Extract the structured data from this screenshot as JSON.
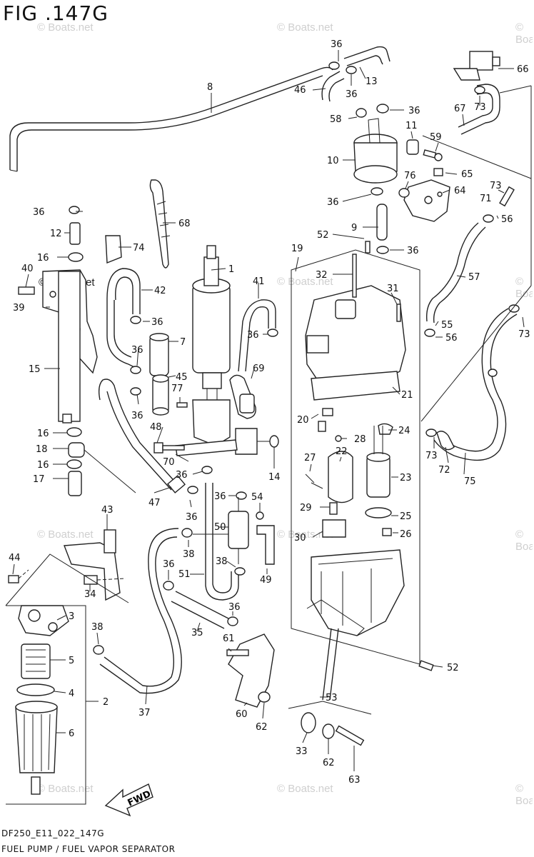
{
  "figure": {
    "title": "FIG .147G",
    "code": "DF250_E11_022_147G",
    "name": "FUEL PUMP / FUEL VAPOR SEPARATOR",
    "fwd_label": "FWD"
  },
  "watermarks": {
    "text": "© Boats.net"
  },
  "callouts": [
    {
      "id": "c1",
      "label": "1"
    },
    {
      "id": "c2",
      "label": "2"
    },
    {
      "id": "c3",
      "label": "3"
    },
    {
      "id": "c4",
      "label": "4"
    },
    {
      "id": "c5",
      "label": "5"
    },
    {
      "id": "c6",
      "label": "6"
    },
    {
      "id": "c7",
      "label": "7"
    },
    {
      "id": "c8",
      "label": "8"
    },
    {
      "id": "c9",
      "label": "9"
    },
    {
      "id": "c10",
      "label": "10"
    },
    {
      "id": "c11",
      "label": "11"
    },
    {
      "id": "c12",
      "label": "12"
    },
    {
      "id": "c13",
      "label": "13"
    },
    {
      "id": "c14",
      "label": "14"
    },
    {
      "id": "c15",
      "label": "15"
    },
    {
      "id": "c16a",
      "label": "16"
    },
    {
      "id": "c16b",
      "label": "16"
    },
    {
      "id": "c16c",
      "label": "16"
    },
    {
      "id": "c17",
      "label": "17"
    },
    {
      "id": "c18",
      "label": "18"
    },
    {
      "id": "c19",
      "label": "19"
    },
    {
      "id": "c20",
      "label": "20"
    },
    {
      "id": "c21",
      "label": "21"
    },
    {
      "id": "c22",
      "label": "22"
    },
    {
      "id": "c23",
      "label": "23"
    },
    {
      "id": "c24",
      "label": "24"
    },
    {
      "id": "c25",
      "label": "25"
    },
    {
      "id": "c26",
      "label": "26"
    },
    {
      "id": "c27",
      "label": "27"
    },
    {
      "id": "c28",
      "label": "28"
    },
    {
      "id": "c29",
      "label": "29"
    },
    {
      "id": "c30",
      "label": "30"
    },
    {
      "id": "c31",
      "label": "31"
    },
    {
      "id": "c32",
      "label": "32"
    },
    {
      "id": "c33",
      "label": "33"
    },
    {
      "id": "c34",
      "label": "34"
    },
    {
      "id": "c35",
      "label": "35"
    },
    {
      "id": "c36a",
      "label": "36"
    },
    {
      "id": "c36b",
      "label": "36"
    },
    {
      "id": "c36c",
      "label": "36"
    },
    {
      "id": "c36d",
      "label": "36"
    },
    {
      "id": "c36e",
      "label": "36"
    },
    {
      "id": "c36f",
      "label": "36"
    },
    {
      "id": "c36g",
      "label": "36"
    },
    {
      "id": "c36h",
      "label": "36"
    },
    {
      "id": "c36i",
      "label": "36"
    },
    {
      "id": "c36j",
      "label": "36"
    },
    {
      "id": "c36k",
      "label": "36"
    },
    {
      "id": "c36l",
      "label": "36"
    },
    {
      "id": "c36m",
      "label": "36"
    },
    {
      "id": "c36n",
      "label": "36"
    },
    {
      "id": "c36o",
      "label": "36"
    },
    {
      "id": "c36p",
      "label": "36"
    },
    {
      "id": "c36q",
      "label": "36"
    },
    {
      "id": "c37",
      "label": "37"
    },
    {
      "id": "c38a",
      "label": "38"
    },
    {
      "id": "c38b",
      "label": "38"
    },
    {
      "id": "c38c",
      "label": "38"
    },
    {
      "id": "c39",
      "label": "39"
    },
    {
      "id": "c40",
      "label": "40"
    },
    {
      "id": "c41",
      "label": "41"
    },
    {
      "id": "c42",
      "label": "42"
    },
    {
      "id": "c43",
      "label": "43"
    },
    {
      "id": "c44",
      "label": "44"
    },
    {
      "id": "c45",
      "label": "45"
    },
    {
      "id": "c46",
      "label": "46"
    },
    {
      "id": "c47",
      "label": "47"
    },
    {
      "id": "c48",
      "label": "48"
    },
    {
      "id": "c49",
      "label": "49"
    },
    {
      "id": "c50",
      "label": "50"
    },
    {
      "id": "c51",
      "label": "51"
    },
    {
      "id": "c52a",
      "label": "52"
    },
    {
      "id": "c52b",
      "label": "52"
    },
    {
      "id": "c53",
      "label": "53"
    },
    {
      "id": "c54",
      "label": "54"
    },
    {
      "id": "c55",
      "label": "55"
    },
    {
      "id": "c56a",
      "label": "56"
    },
    {
      "id": "c56b",
      "label": "56"
    },
    {
      "id": "c57",
      "label": "57"
    },
    {
      "id": "c58",
      "label": "58"
    },
    {
      "id": "c59",
      "label": "59"
    },
    {
      "id": "c60",
      "label": "60"
    },
    {
      "id": "c61",
      "label": "61"
    },
    {
      "id": "c62a",
      "label": "62"
    },
    {
      "id": "c62b",
      "label": "62"
    },
    {
      "id": "c63",
      "label": "63"
    },
    {
      "id": "c64",
      "label": "64"
    },
    {
      "id": "c65",
      "label": "65"
    },
    {
      "id": "c66",
      "label": "66"
    },
    {
      "id": "c67",
      "label": "67"
    },
    {
      "id": "c68",
      "label": "68"
    },
    {
      "id": "c69",
      "label": "69"
    },
    {
      "id": "c70",
      "label": "70"
    },
    {
      "id": "c71",
      "label": "71"
    },
    {
      "id": "c72",
      "label": "72"
    },
    {
      "id": "c73a",
      "label": "73"
    },
    {
      "id": "c73b",
      "label": "73"
    },
    {
      "id": "c73c",
      "label": "73"
    },
    {
      "id": "c73d",
      "label": "73"
    },
    {
      "id": "c74",
      "label": "74"
    },
    {
      "id": "c75",
      "label": "75"
    },
    {
      "id": "c76",
      "label": "76"
    },
    {
      "id": "c77",
      "label": "77"
    }
  ]
}
